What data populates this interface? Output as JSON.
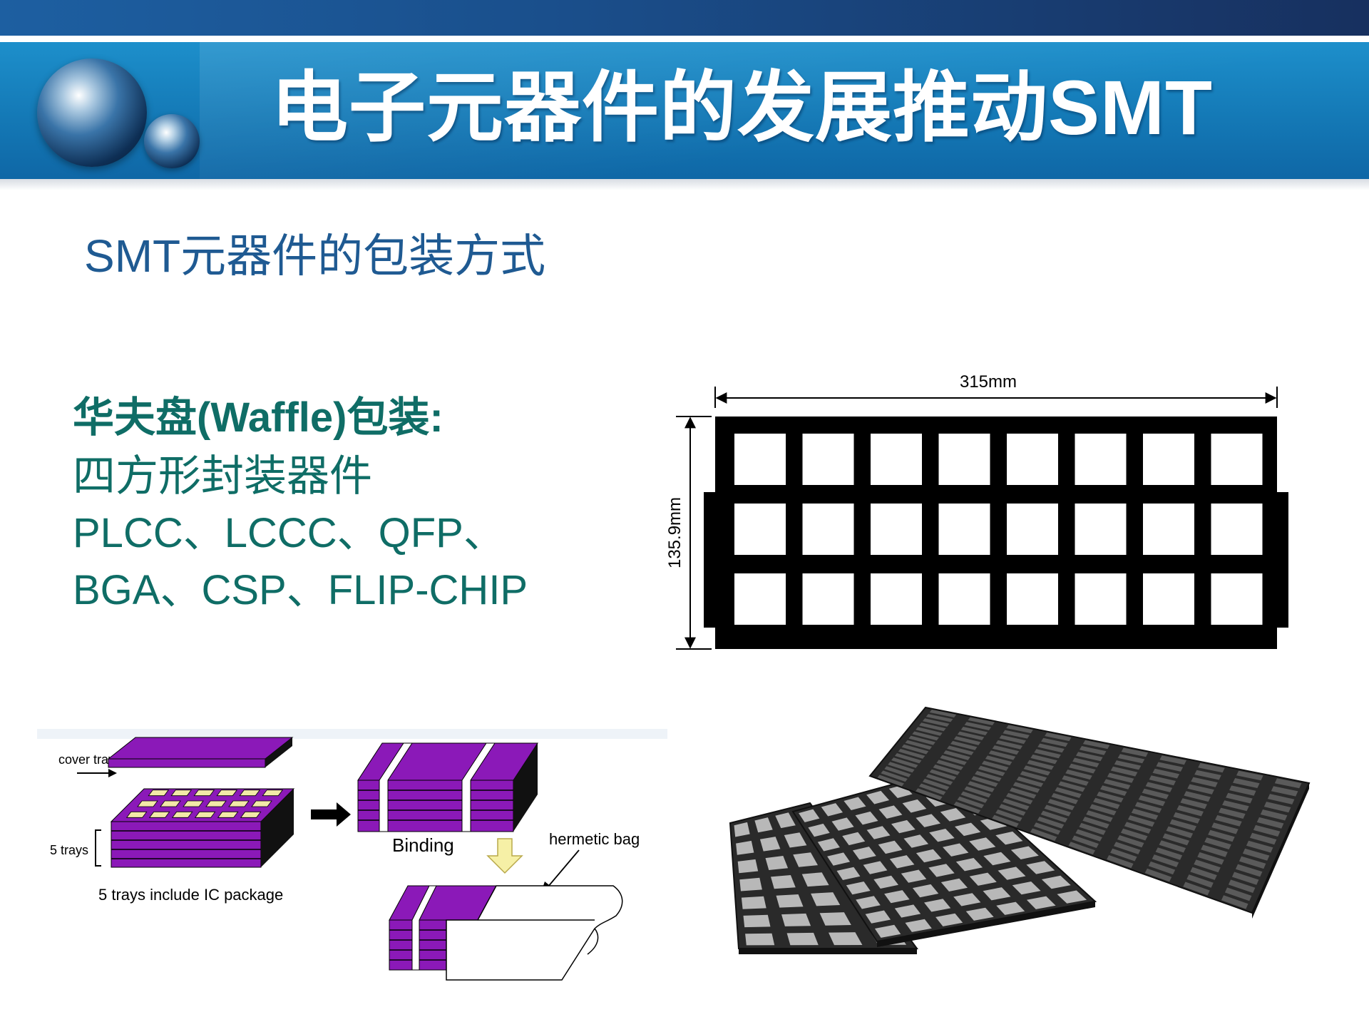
{
  "slide": {
    "title": "电子元器件的发展推动SMT",
    "subtitle": "SMT元器件的包装方式"
  },
  "left": {
    "heading": "华夫盘(Waffle)包装:",
    "line1": "四方形封装器件",
    "line2": "PLCC、LCCC、QFP、",
    "line3": "BGA、CSP、FLIP-CHIP"
  },
  "diagram": {
    "width_label": "315mm",
    "height_label": "135.9mm",
    "grid_rows": 3,
    "grid_cols": 8
  },
  "packing": {
    "cover_tray": "cover tray",
    "five_trays": "5 trays",
    "include_label": "5 trays include IC package",
    "binding": "Binding",
    "hermetic_bag": "hermetic bag"
  },
  "colors": {
    "banner": "#1479b6",
    "title": "#ffffff",
    "subtitle": "#1f5a92",
    "body_text": "#0f6d66",
    "tray_purple": "#8b19b8"
  }
}
